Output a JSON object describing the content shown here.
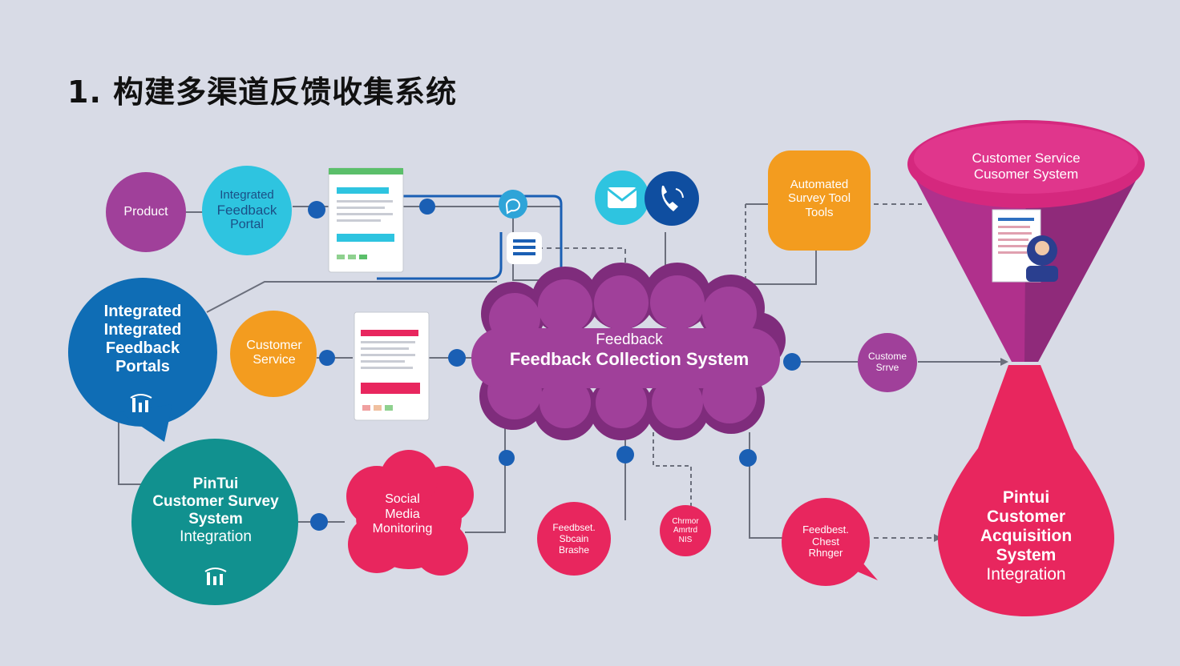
{
  "title": "1. 构建多渠道反馈收集系统",
  "colors": {
    "background": "#d8dbe6",
    "purple": "#a0409a",
    "cyan": "#2ec4e0",
    "blue": "#0f6db5",
    "orange": "#f39c1f",
    "teal": "#11918f",
    "pink": "#e8265e",
    "magenta": "#d5287e",
    "connector": "#1a5fb4",
    "line": "#6b6f7c"
  },
  "nodes": {
    "product": {
      "lines": [
        "Product"
      ]
    },
    "portal": {
      "lines": [
        "Integrated",
        "Feedback",
        "Portal"
      ]
    },
    "portals": {
      "lines": [
        "Integrated",
        "Integrated",
        "Feedback",
        "Portals"
      ]
    },
    "customer_service": {
      "lines": [
        "Customer",
        "Service"
      ]
    },
    "survey": {
      "lines": [
        "PinTui",
        "Customer Survey",
        "System",
        "Integration"
      ]
    },
    "social": {
      "lines": [
        "Social",
        "Media",
        "Monitoring"
      ]
    },
    "hub": {
      "lines": [
        "Feedback",
        "Feedback Collection  System"
      ]
    },
    "survey_tool": {
      "lines": [
        "Automated",
        "Survey Tool",
        "Tools"
      ]
    },
    "customer_small": {
      "lines": [
        "Custome",
        "Srrve"
      ]
    },
    "funnel_top": {
      "lines": [
        "Customer Service",
        "Cusomer System"
      ]
    },
    "funnel_bottom": {
      "lines": [
        "Pintui",
        "Customer",
        "Acquisition",
        "System",
        "Integration"
      ]
    },
    "fb_small_1": {
      "lines": [
        "Feedbset.",
        "Sbcain",
        "Brashe"
      ]
    },
    "fb_small_2": {
      "lines": [
        "Chrmor",
        "Amrtrd",
        "NIS"
      ]
    },
    "fb_chat": {
      "lines": [
        "Feedbest.",
        "Chest",
        "Rhnger"
      ]
    }
  },
  "icons": [
    "mail-icon",
    "phone-icon",
    "chat-icon",
    "list-icon",
    "bar-chart-icon",
    "document-icon",
    "agent-icon"
  ]
}
